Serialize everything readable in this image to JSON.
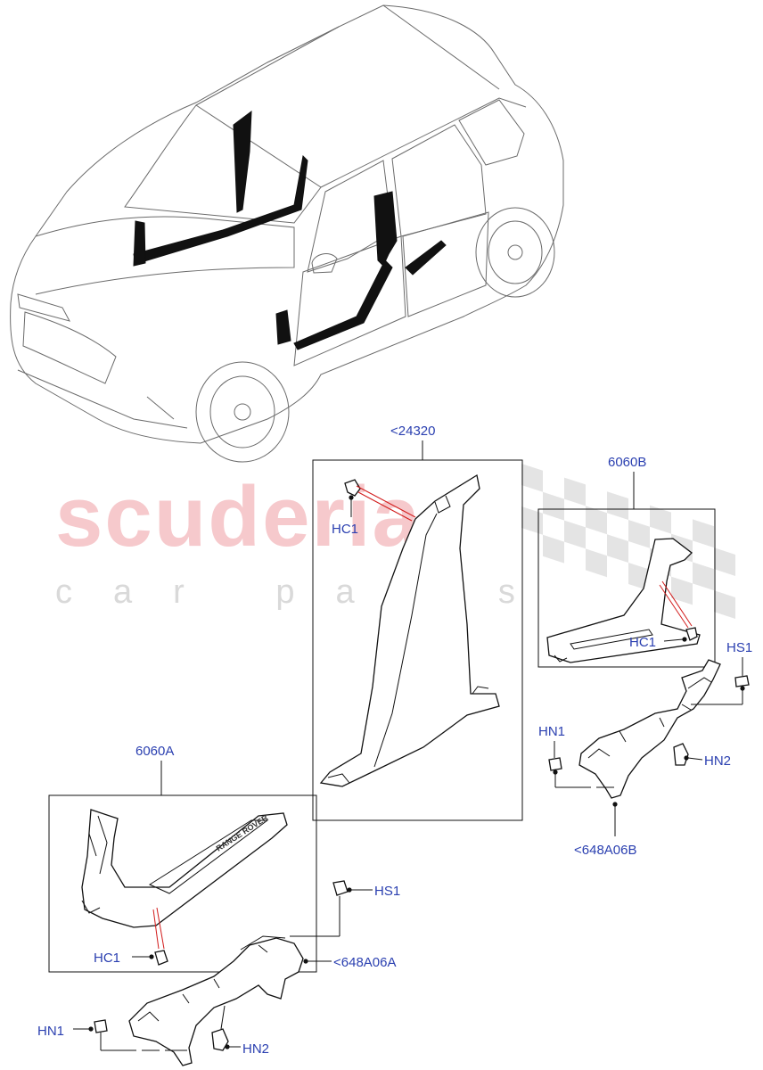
{
  "watermark": {
    "brand": "scuderia",
    "tagline": "car parts",
    "brand_color": "#f6c9cc"
  },
  "colors": {
    "label": "#2a3fb0",
    "highlight": "#d21c1c",
    "line": "#111111"
  },
  "callouts": {
    "b_pillar": "<24320",
    "rh_tread": "6060B",
    "lh_tread": "6060A",
    "rh_bracket": "<648A06B",
    "lh_bracket": "<648A06A"
  },
  "fasteners": {
    "hc1_b_pillar": "HC1",
    "hc1_rh_tread": "HC1",
    "hc1_lh_tread": "HC1",
    "hs1_rh": "HS1",
    "hs1_lh": "HS1",
    "hn1_rh": "HN1",
    "hn1_lh": "HN1",
    "hn2_rh": "HN2",
    "hn2_lh": "HN2"
  },
  "sill_embossing": "RANGE ROVER"
}
